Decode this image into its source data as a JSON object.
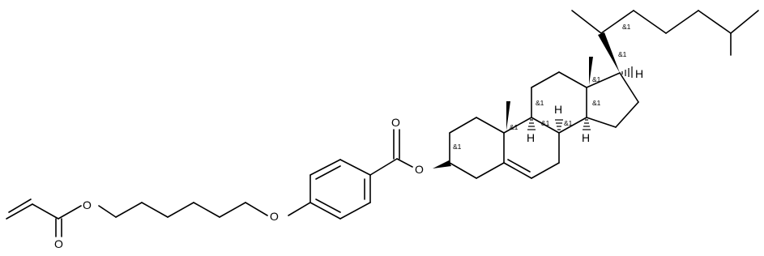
{
  "molecule": {
    "atom_labels": {
      "O": "O",
      "H": "H"
    },
    "stereo_label": "&1"
  }
}
